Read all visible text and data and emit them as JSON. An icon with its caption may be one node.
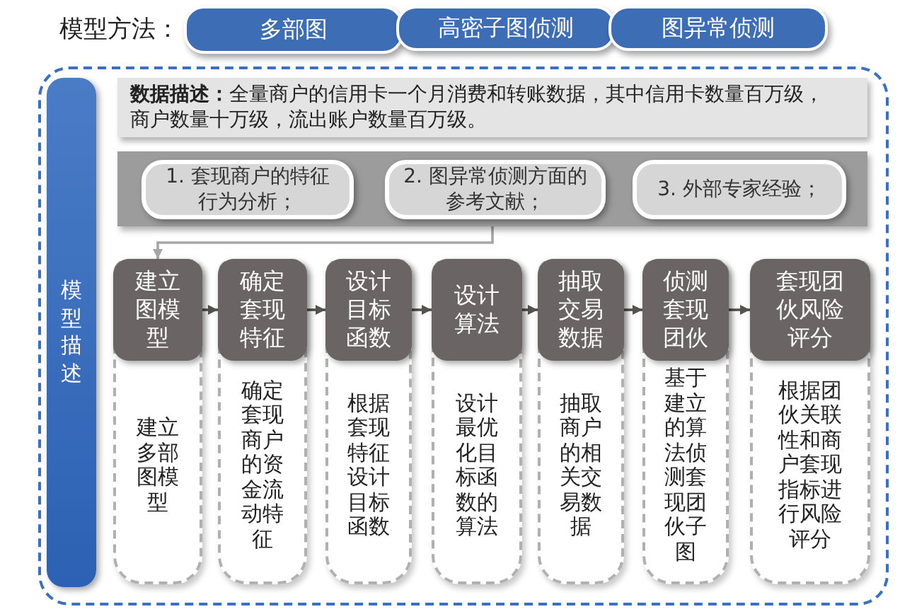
{
  "diagram": {
    "nodes": [
      {
        "text": [
          "多部图"
        ]
      },
      {
        "text": [
          "高密子图侦测"
        ]
      },
      {
        "text": [
          "图异常侦测"
        ]
      },
      {
        "text": [
          "模型描述"
        ]
      },
      {
        "text": [
          "**数据描述：**全量商户的信用卡一个月消费和转账数据，其中信用卡数量百万级，商户数量十万级，流出账户数量百万级。"
        ],
        "in": 3
      },
      {
        "text": [],
        "shape": "box",
        "in": 3
      },
      {
        "text": [
          "1. 套现商户的特征行为分析；"
        ],
        "in": 5
      },
      {
        "text": [
          "2. 图异常侦测方面的参考文献；"
        ],
        "in": 5
      },
      {
        "text": [
          "3. 外部专家经验；"
        ],
        "in": 5
      },
      {
        "text": [
          "建立图模型",
          "建立多部图模型"
        ],
        "in": 3
      },
      {
        "text": [
          "确定套现特征",
          "确定套现商户的资金流动特征"
        ],
        "in": 3
      },
      {
        "text": [
          "设计目标函数",
          "根据套现特征设计目标函数"
        ],
        "in": 3
      },
      {
        "text": [
          "设计算法",
          "设计最优化目标函数的算法"
        ],
        "in": 3
      },
      {
        "text": [
          "抽取交易数据",
          "抽取商户的相关交易数据"
        ],
        "in": 3
      },
      {
        "text": [
          "侦测套现团伙",
          "基于建立的算法侦测套现团伙子图"
        ],
        "in": 3
      },
      {
        "text": [
          "套现团伙风险评分",
          "根据团伙关联性和商户套现指标进行风险评分"
        ],
        "in": 3
      }
    ],
    "edges": [
      {
        "from": 5,
        "to": 9,
        "arrow": "to",
        "color": "#a6a6a6"
      },
      {
        "from": 9,
        "to": 10,
        "arrow": "to"
      },
      {
        "from": 10,
        "to": 11,
        "arrow": "to"
      },
      {
        "from": 11,
        "to": 12,
        "arrow": "to"
      },
      {
        "from": 12,
        "to": 13,
        "arrow": "to"
      },
      {
        "from": 13,
        "to": 14,
        "arrow": "to"
      },
      {
        "from": 14,
        "to": 15,
        "arrow": "to"
      }
    ],
    "labels": [
      "模型方法："
    ]
  }
}
